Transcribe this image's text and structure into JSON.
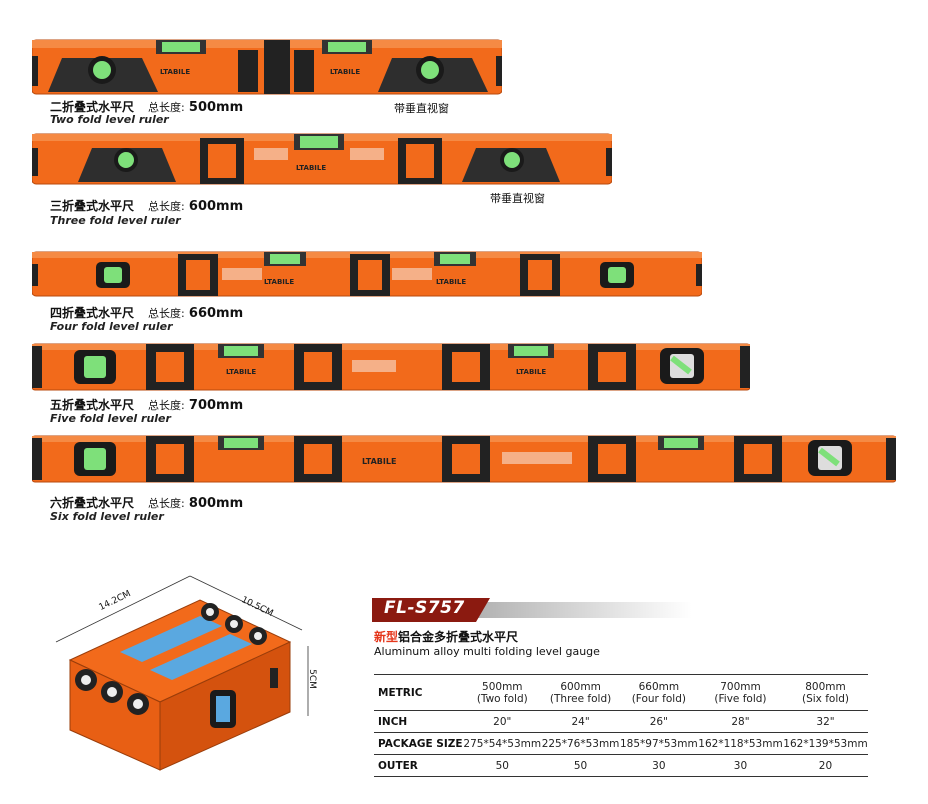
{
  "rulers": [
    {
      "cn": "二折叠式水平尺",
      "total_label": "总长度:",
      "length": "500mm",
      "en": "Two fold level ruler",
      "brand": "LTABILE",
      "note": "带垂直视窗"
    },
    {
      "cn": "三折叠式水平尺",
      "total_label": "总长度:",
      "length": "600mm",
      "en": "Three fold level ruler",
      "brand": "LTABILE",
      "note": "带垂直视窗"
    },
    {
      "cn": "四折叠式水平尺",
      "total_label": "总长度:",
      "length": "660mm",
      "en": "Four fold level ruler",
      "brand": "LTABILE",
      "note": ""
    },
    {
      "cn": "五折叠式水平尺",
      "total_label": "总长度:",
      "length": "700mm",
      "en": "Five fold level ruler",
      "brand": "LTABILE",
      "note": ""
    },
    {
      "cn": "六折叠式水平尺",
      "total_label": "总长度:",
      "length": "800mm",
      "en": "Six fold level ruler",
      "brand": "LTABILE",
      "note": ""
    }
  ],
  "package": {
    "dim_length": "14.2CM",
    "dim_width": "10.5CM",
    "dim_height": "5CM"
  },
  "product": {
    "model": "FL-S757",
    "title_cn_highlight": "新型",
    "title_cn_rest": "铝合金多折叠式水平尺",
    "title_en": "Aluminum alloy multi folding level gauge"
  },
  "spec_table": {
    "rows": [
      {
        "header": "METRIC",
        "cells": [
          [
            "500mm",
            "(Two fold)"
          ],
          [
            "600mm",
            "(Three fold)"
          ],
          [
            "660mm",
            "(Four fold)"
          ],
          [
            "700mm",
            "(Five fold)"
          ],
          [
            "800mm",
            "(Six fold)"
          ]
        ]
      },
      {
        "header": "INCH",
        "cells": [
          [
            "20\""
          ],
          [
            "24\""
          ],
          [
            "26\""
          ],
          [
            "28\""
          ],
          [
            "32\""
          ]
        ]
      },
      {
        "header": "PACKAGE SIZE",
        "cells": [
          [
            "275*54*53mm"
          ],
          [
            "225*76*53mm"
          ],
          [
            "185*97*53mm"
          ],
          [
            "162*118*53mm"
          ],
          [
            "162*139*53mm"
          ]
        ]
      },
      {
        "header": "OUTER",
        "cells": [
          [
            "50"
          ],
          [
            "50"
          ],
          [
            "30"
          ],
          [
            "30"
          ],
          [
            "20"
          ]
        ]
      }
    ]
  },
  "colors": {
    "orange": "#f26a1b",
    "dark_orange": "#c9500f",
    "black": "#222222",
    "vial_green": "#7ee07a",
    "banner_red": "#8b1a10"
  }
}
